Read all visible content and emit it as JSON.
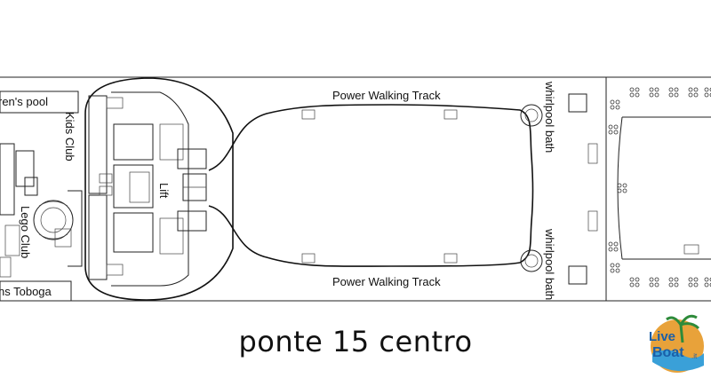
{
  "labels": {
    "childrens_pool": "ren's pool",
    "kids_club": "Kids Club",
    "lego_club": "Lego Club",
    "toboga": "ns Toboga",
    "lift": "Lift",
    "power_walking_top": "Power Walking Track",
    "power_walking_bottom": "Power Walking Track",
    "whirlpool_top": "whirlpool bath",
    "whirlpool_bottom": "whirlpool bath"
  },
  "caption": "ponte 15 centro",
  "logo": {
    "line1": "Live",
    "line2": "Boat",
    "suffix": ".it",
    "colors": {
      "globe": "#e8a23a",
      "sea": "#3aa0d8",
      "text": "#1a5fa8",
      "palm": "#2e8b3a"
    }
  }
}
